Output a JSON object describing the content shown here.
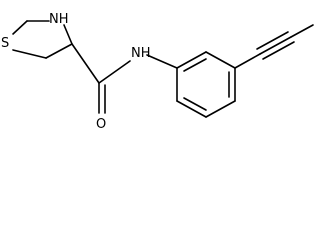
{
  "molecule": {
    "atoms": {
      "sulfur": "S",
      "ring_nitrogen": "NH",
      "amide_nitrogen": "NH",
      "carbonyl_oxygen": "O"
    }
  },
  "colors": {
    "bond": "#000000",
    "label": "#000000",
    "background": "#ffffff"
  }
}
